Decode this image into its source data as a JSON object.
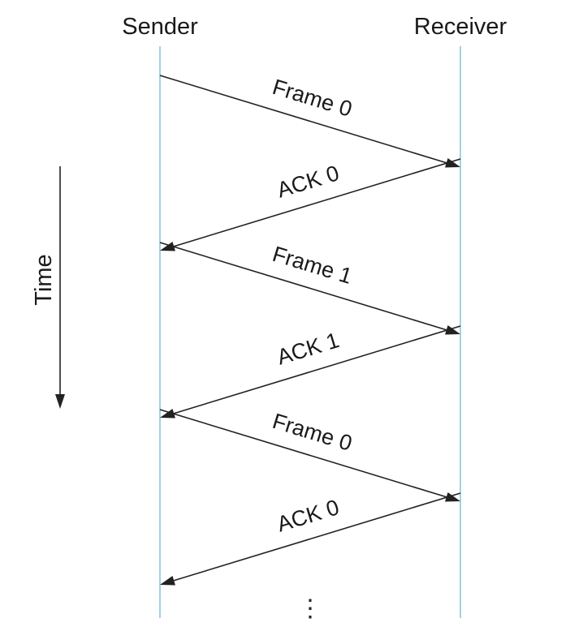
{
  "participants": [
    {
      "id": "sender",
      "label": "Sender"
    },
    {
      "id": "receiver",
      "label": "Receiver"
    }
  ],
  "messages": [
    {
      "from": "sender",
      "to": "receiver",
      "label": "Frame 0"
    },
    {
      "from": "receiver",
      "to": "sender",
      "label": "ACK 0"
    },
    {
      "from": "sender",
      "to": "receiver",
      "label": "Frame 1"
    },
    {
      "from": "receiver",
      "to": "sender",
      "label": "ACK 1"
    },
    {
      "from": "sender",
      "to": "receiver",
      "label": "Frame 0"
    },
    {
      "from": "receiver",
      "to": "sender",
      "label": "ACK 0"
    }
  ],
  "time_axis": {
    "label": "Time",
    "icon": "arrow-down-icon"
  },
  "continuation": "⋮",
  "colors": {
    "lifeline": "#8cc4e0",
    "arrow": "#222222",
    "text": "#1a1a1a"
  }
}
